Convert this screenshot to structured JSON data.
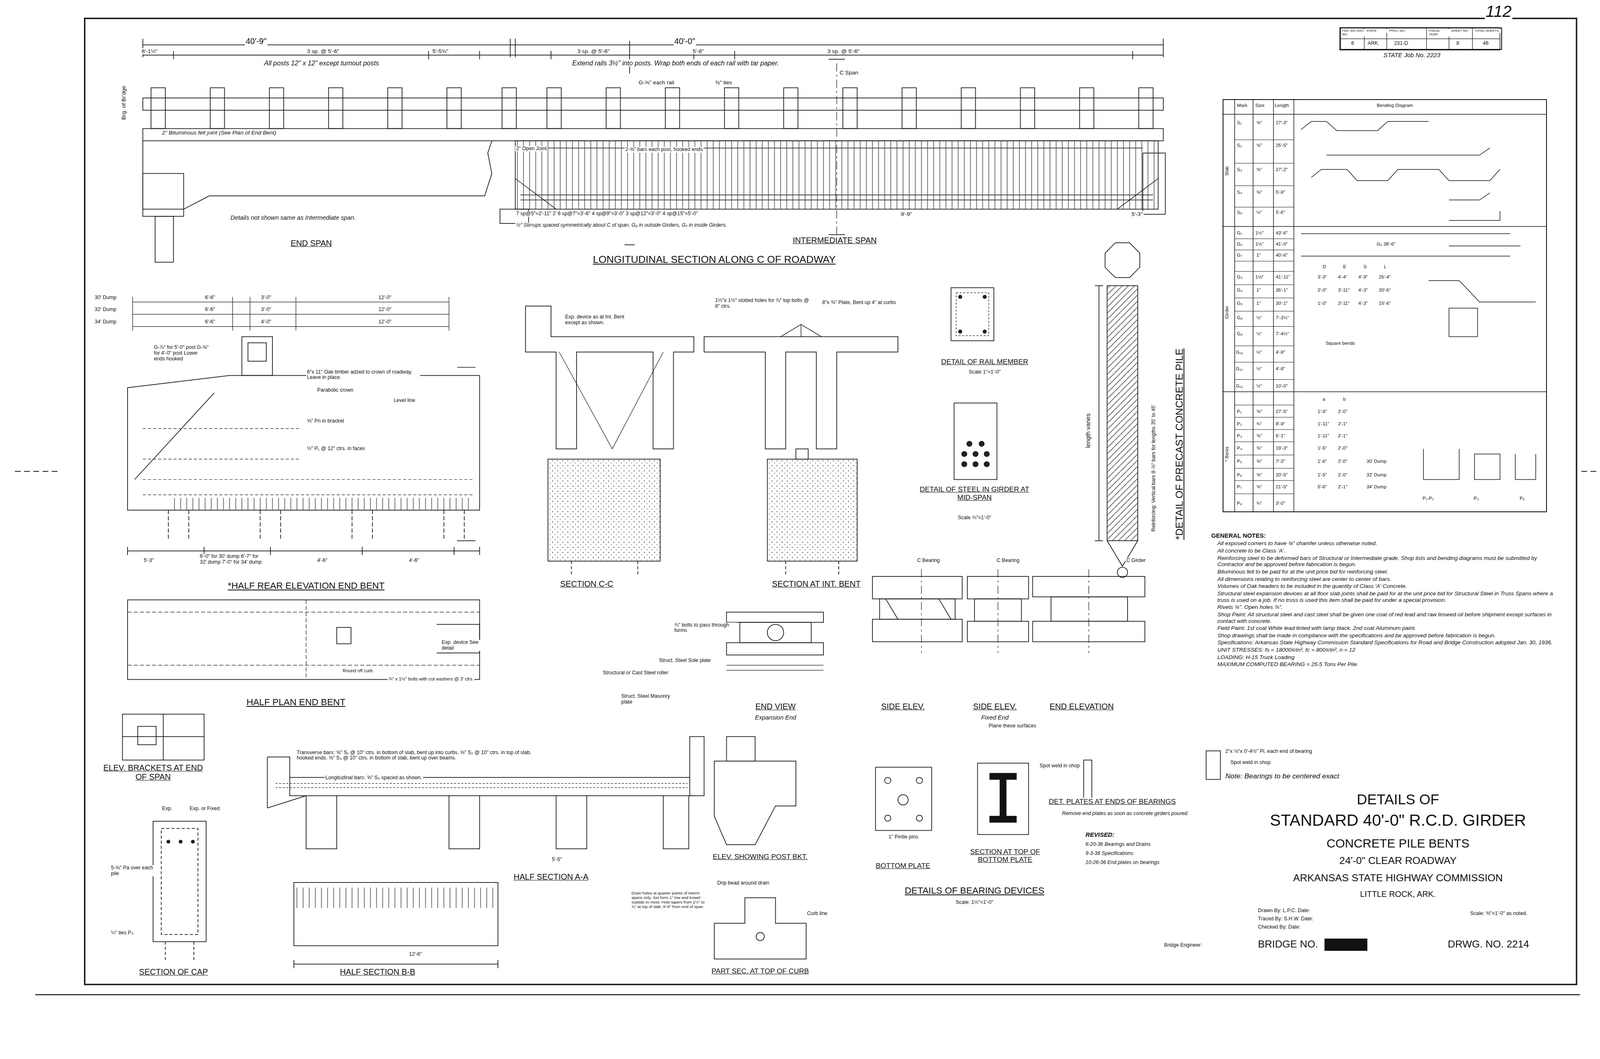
{
  "diagram": {
    "title": "STANDARD 40'-0\" R.C.D. GIRDER",
    "nodes": [
      {
        "text": [
          "FED. AID DIST. NO.",
          "STATE",
          "PROJ. NO.",
          "FISCAL YEAR",
          "SHEET NO.",
          "TOTAL SHEETS",
          "6",
          "ARK.",
          "231-D",
          "8",
          "46"
        ]
      },
      {
        "text": [
          "Mark",
          "Size",
          "Length",
          "Bending Diagram",
          "Slab",
          "S₁",
          "⅝\"",
          "27'-3\"",
          "S₂",
          "⅝\"",
          "25'-5\"",
          "S₃",
          "⅝\"",
          "27'-2\"",
          "S₄",
          "⅝\"",
          "5'-9\"",
          "S₅",
          "½\"",
          "5'-6\"",
          "Girder",
          "G₁",
          "1½\"",
          "43'-6\"",
          "G₂",
          "1½\"",
          "41'-0\"",
          "G₂ 38'-6\"",
          "G₇",
          "1\"",
          "40'-6\"",
          "D",
          "E",
          "S",
          "L",
          "G₃",
          "1⅛\"",
          "41'-11\"",
          "3'-3\"",
          "4'-4\"",
          "4'-9\"",
          "25'-4\"",
          "G₄",
          "1\"",
          "35'-1\"",
          "2'-0\"",
          "3'-11\"",
          "4'-3\"",
          "20'-6\"",
          "G₅",
          "1\"",
          "30'-1\"",
          "1'-0\"",
          "3'-11\"",
          "4'-3\"",
          "15'-6\"",
          "G₆",
          "½\"",
          "7'-3½\"",
          "G₈",
          "½\"",
          "7'-4½\"",
          "Square bends",
          "G₁₀",
          "½\"",
          "4'-9\"",
          "G₁₁",
          "½\"",
          "4'-9\"",
          "G₁₂",
          "½\"",
          "10'-0\"",
          "* Bents",
          "a",
          "b",
          "P₁",
          "⅝\"",
          "27'-5\"",
          "1'-5\"",
          "2'-0\"",
          "P₂",
          "¾\"",
          "8'-9\"",
          "1'-11\"",
          "2'-1\"",
          "P₃",
          "⅝\"",
          "6'-1\"",
          "1'-11\"",
          "2'-1\"",
          "P₄",
          "⅝\"",
          "19'-3\"",
          "1'-5\"",
          "2'-0\"",
          "P₅",
          "⅝\"",
          "7'-3\"",
          "1'-6\"",
          "2'-0\"",
          "30' Dump",
          "P₆",
          "⅝\"",
          "20'-5\"",
          "1'-5\"",
          "2'-0\"",
          "32' Dump",
          "P₇",
          "⅝\"",
          "21'-5\"",
          "5'-6\"",
          "2'-1\"",
          "34' Dump",
          "P₈",
          "¾\"",
          "3'-0\"",
          "P₁-P₂",
          "P₃",
          "P₈"
        ]
      }
    ],
    "labels": [
      "112",
      "STATE Job No. 2223",
      "40'-9\"",
      "40'-0\"",
      "6'-1½\"",
      "3 sp. @ 5'-6\"",
      "5'-5¾\"",
      "3 sp. @ 5'-6\"",
      "5'-8\"",
      "3 sp. @ 5'-6\"",
      "All posts 12\" x 12\" except turnout posts",
      "Extend rails 3½\" into posts. Wrap both ends of each rail with tar paper.",
      "Brg. of Br'dge",
      "C Span",
      "G-⅝\" each rail",
      "⅜\" ties",
      "2\" Bituminous felt joint (See Plan of End Bent)",
      "2\" Open Joint",
      "2-⅝\" bars each post, hooked ends",
      "Details not shown same as Intermediate span.",
      "END SPAN",
      "7 sp@5\"=2'-11\"   2'   6 sp@7\"=3'-6\"   4 sp@9\"=3'-0\"   3 sp@12\"=3'-0\"   4 sp@15\"=5'-0\"",
      "9'-9\"",
      "5'-3\"",
      "½\" Stirrups spaced symmetrically about C of span, G₈ in outside Girders, G₇ in inside Girders.",
      "INTERMEDIATE SPAN",
      "LONGITUDINAL SECTION ALONG C OF ROADWAY",
      "30' Dump",
      "6'-6\"",
      "3'-0\"",
      "12'-0\"",
      "32' Dump",
      "6'-6\"",
      "3'-0\"",
      "12'-0\"",
      "34' Dump",
      "6'-6\"",
      "4'-0\"",
      "12'-0\"",
      "G-⅞\" for 5'-0\" post G-⅝\" for 4'-0\" post Lower ends hooked",
      "6\"x 11\" Oak timber adzed to crown of roadway. Leave in place.",
      "Parabolic crown",
      "Level line",
      "⅝\" Pn in bracket",
      "½\" P₁ @ 12\" ctrs. in faces",
      "*HALF REAR ELEVATION END BENT",
      "6'-0\" for 30' dump 6'-7\" for 32' dump 7'-0\" for 34' dump",
      "5'-3\"",
      "4'-6\"",
      "4'-6\"",
      "HALF PLAN END BENT",
      "Exp. device See detail",
      "Round off curb",
      "¾\" x 1½\" bolts with cut washers @ 3' ctrs.",
      "ELEV. BRACKETS AT END OF SPAN",
      "Exp.",
      "Exp. or Fixed",
      "5-⅝\" Pa over each pile",
      "¼\" ties P₃",
      "SECTION OF CAP",
      "Transverse bars: ⅝\" S₁ @ 10\" ctrs. in bottom of slab, bent up into curbs. ⅝\" S₂ @ 10\" ctrs. in top of slab, hooked ends. ⅝\" S₃ @ 10\" ctrs. in bottom of slab, bent up over beams.",
      "Longitudinal bars: ⅝\" S₅ spaced as shown.",
      "HALF SECTION B-B",
      "12'-6\"",
      "HALF SECTION A-A",
      "5'-5\"",
      "ELEV. SHOWING POST BKT.",
      "PART SEC. AT TOP OF CURB",
      "Drain holes at quarter points of interm spans only. Set form 1\" low and trowel outside to meet. Hole tapers from 1½\" to ¾\" at top of slab. 8'-6\" from end of span.",
      "Drip bead around drain",
      "Curb line",
      "SECTION C-C",
      "SECTION AT INT. BENT",
      "Exp. device as at Int. Bent except as shown.",
      "1½\"x 1½\" slotted holes for ⅞\" top bolts @ 8\" ctrs.",
      "8\"x ⅜\" Plate, Bent up 4\" at curbs",
      "DETAIL OF RAIL MEMBER",
      "Scale 1\"=1'-0\"",
      "DETAIL OF STEEL IN GIRDER AT MID-SPAN",
      "Scale ¾\"=1'-0\"",
      "*DETAIL OF PRECAST CONCRETE PILE",
      "Reinforcing: Vertical bars 8-⅞\" bars for lengths 35' to 45'",
      "length varies",
      "GENERAL NOTES:",
      "All exposed corners to have ¾\" chamfer unless otherwise noted.",
      "All concrete to be Class 'A'.",
      "Reinforcing steel to be deformed bars of Structural or Intermediate grade. Shop lists and bending diagrams must be submitted by Contractor and be approved before fabrication is begun.",
      "Bituminous felt to be paid for at the unit price bid for reinforcing steel.",
      "All dimensions relating to reinforcing steel are center to center of bars.",
      "Volumes of Oak headers to be included in the quantity of Class 'A' Concrete.",
      "Structural steel expansion devices at all floor slab joints shall be paid for at the unit price bid for Structural Steel in Truss Spans where a truss is used on a job. If no truss is used this item shall be paid for under a special provision.",
      "Rivets ¾\". Open holes ⅞\".",
      "Shop Paint: All structural steel and cast steel shall be given one coat of red lead and raw linseed oil before shipment except surfaces in contact with concrete.",
      "Field Paint: 1st coat White lead tinted with lamp black. 2nd coat Aluminum paint.",
      "Shop drawings shall be made in compliance with the specifications and be approved before fabrication is begun.",
      "Specifications: Arkansas State Highway Commission Standard Specifications for Road and Bridge Construction adopted Jan. 30, 1936.",
      "UNIT STRESSES: fs = 18000#/in², fc = 800#/in², n = 12",
      "LOADING: H-15 Truck Loading",
      "MAXIMUM COMPUTED BEARING = 25.5 Tons Per Pile.",
      "Note: Bearings to be centered exact",
      "DETAILS OF",
      "CONCRETE PILE BENTS",
      "24'-0\" CLEAR ROADWAY",
      "ARKANSAS STATE HIGHWAY COMMISSION",
      "LITTLE ROCK, ARK.",
      "Drawn By: L.P.C.   Date:",
      "Traced By: S.H.W.   Date:",
      "Checked By:   Date:",
      "Scale: ⅜\"=1'-0\" as noted.",
      "BRIDGE NO.",
      "DRWG. NO. 2214",
      "Bridge Engineer:",
      "REVISED:",
      "6-20-36 Bearings and Drains",
      "9-3-36 Specifications",
      "10-26-36 End plates on bearings",
      "Remove end plates as soon as concrete girders poured.",
      "DET. PLATES AT ENDS OF BEARINGS",
      "DETAILS OF BEARING DEVICES",
      "Scale: 1½\"=1'-0\"",
      "BOTTOM PLATE",
      "SECTION AT TOP OF BOTTOM PLATE",
      "END VIEW",
      "Expansion End",
      "SIDE ELEV.",
      "SIDE ELEV.",
      "Fixed End",
      "END ELEVATION",
      "C Bearing",
      "C Bearing",
      "C Girder",
      "Struct. Steel Sole plate",
      "Structural or Cast Steel roller",
      "Struct. Steel Masonry plate",
      "¾\" bolts to pass through forms",
      "Plane these surfaces",
      "Spot weld in shop",
      "2\"x ⅛\"x 0'-4½\" Pl. each end of bearing",
      "Spot weld in shop",
      "1\" Pintle pins"
    ]
  }
}
